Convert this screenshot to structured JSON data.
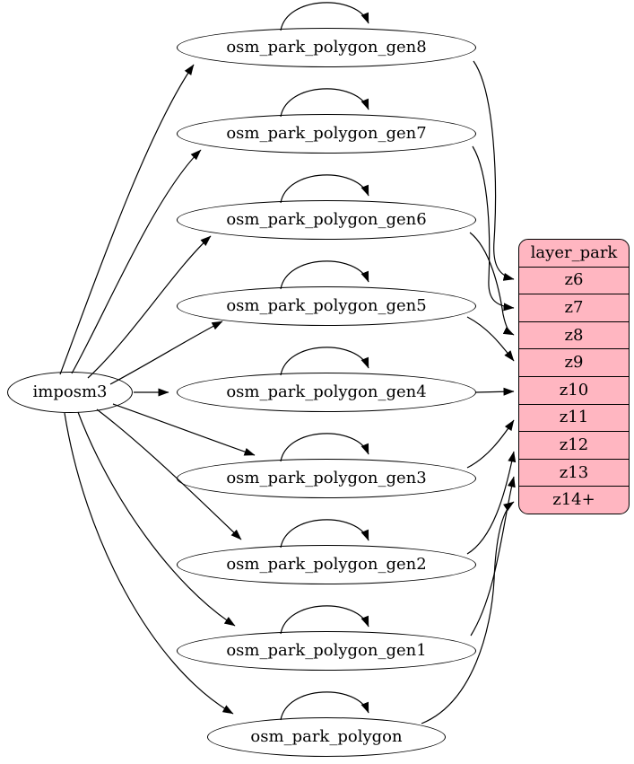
{
  "diagram": {
    "type": "graphviz-digraph",
    "source": {
      "label": "imposm3"
    },
    "tables": [
      {
        "label": "osm_park_polygon_gen8"
      },
      {
        "label": "osm_park_polygon_gen7"
      },
      {
        "label": "osm_park_polygon_gen6"
      },
      {
        "label": "osm_park_polygon_gen5"
      },
      {
        "label": "osm_park_polygon_gen4"
      },
      {
        "label": "osm_park_polygon_gen3"
      },
      {
        "label": "osm_park_polygon_gen2"
      },
      {
        "label": "osm_park_polygon_gen1"
      },
      {
        "label": "osm_park_polygon"
      }
    ],
    "record": {
      "title": "layer_park",
      "rows": [
        "z6",
        "z7",
        "z8",
        "z9",
        "z10",
        "z11",
        "z12",
        "z13",
        "z14+"
      ]
    },
    "edges": {
      "from_source_to": [
        "osm_park_polygon_gen8",
        "osm_park_polygon_gen7",
        "osm_park_polygon_gen6",
        "osm_park_polygon_gen5",
        "osm_park_polygon_gen4",
        "osm_park_polygon_gen3",
        "osm_park_polygon_gen2",
        "osm_park_polygon_gen1",
        "osm_park_polygon"
      ],
      "self_loops": [
        "osm_park_polygon_gen8",
        "osm_park_polygon_gen7",
        "osm_park_polygon_gen6",
        "osm_park_polygon_gen5",
        "osm_park_polygon_gen4",
        "osm_park_polygon_gen3",
        "osm_park_polygon_gen2",
        "osm_park_polygon_gen1",
        "osm_park_polygon"
      ],
      "to_record": [
        {
          "from": "osm_park_polygon_gen8",
          "to": "z6"
        },
        {
          "from": "osm_park_polygon_gen7",
          "to": "z7"
        },
        {
          "from": "osm_park_polygon_gen6",
          "to": "z8"
        },
        {
          "from": "osm_park_polygon_gen5",
          "to": "z9"
        },
        {
          "from": "osm_park_polygon_gen4",
          "to": "z10"
        },
        {
          "from": "osm_park_polygon_gen3",
          "to": "z11"
        },
        {
          "from": "osm_park_polygon_gen2",
          "to": "z12"
        },
        {
          "from": "osm_park_polygon_gen1",
          "to": "z13"
        },
        {
          "from": "osm_park_polygon",
          "to": "z14+"
        }
      ]
    },
    "colors": {
      "record_fill": "#ffb6c1",
      "table_fill": "#ffffff",
      "stroke": "#000000"
    }
  }
}
